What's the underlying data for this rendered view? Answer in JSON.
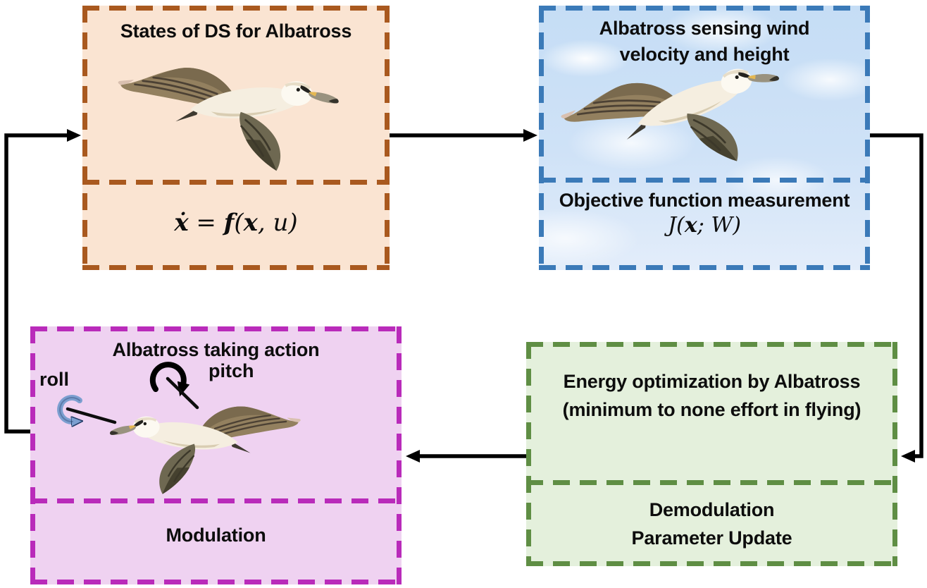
{
  "colors": {
    "background": "#FFFFFF",
    "flow_arrow": "#000000",
    "states_border": "#A9591F",
    "states_fill": "#FAE4D2",
    "sensing_border": "#3B7AB8",
    "sensing_fill": "#CBDFF6",
    "action_border": "#B92BBA",
    "action_fill": "#EFD2F1",
    "optimization_border": "#5F8E44",
    "optimization_fill": "#E4F0DC",
    "roll_arrow_fill": "#7C9FD0",
    "roll_arrow_outline": "#1F3864",
    "pitch_arrow": "#000000"
  },
  "blocks": {
    "states": {
      "title": "States of DS for Albatross",
      "formula_parts": [
        {
          "t": "ẋ"
        },
        {
          "t": " = "
        },
        {
          "t": "f"
        },
        {
          "t": "("
        },
        {
          "t": "x"
        },
        {
          "t": ", "
        },
        {
          "t": "u"
        },
        {
          "t": ")"
        }
      ]
    },
    "sensing": {
      "title_line1": "Albatross sensing wind",
      "title_line2": "velocity and height",
      "measurement_title": "Objective function measurement",
      "formula_parts": [
        {
          "t": "J("
        },
        {
          "t": "x"
        },
        {
          "t": "; W)"
        }
      ]
    },
    "action": {
      "title": "Albatross taking action",
      "roll_label": "roll",
      "pitch_label": "pitch",
      "bottom_label": "Modulation"
    },
    "optimization": {
      "title_line1": "Energy optimization by Albatross",
      "title_line2": "(minimum to none effort in flying)",
      "bottom_line1": "Demodulation",
      "bottom_line2": "Parameter Update"
    }
  }
}
